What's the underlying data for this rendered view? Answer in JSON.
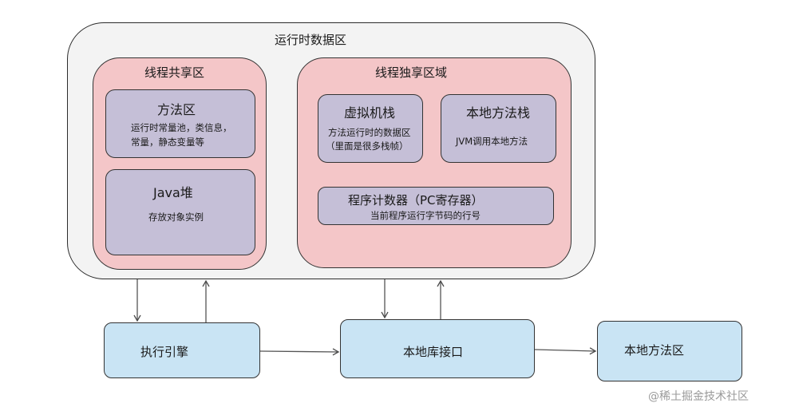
{
  "runtime_area": {
    "title": "运行时数据区"
  },
  "shared": {
    "title": "线程共享区",
    "method_area": {
      "title": "方法区",
      "desc_line1": "运行时常量池，类信息，",
      "desc_line2": "常量，静态变量等"
    },
    "heap": {
      "title": "Java堆",
      "desc": "存放对象实例"
    }
  },
  "exclusive": {
    "title": "线程独享区域",
    "vm_stack": {
      "title": "虚拟机栈",
      "desc_line1": "方法运行时的数据区",
      "desc_line2": "（里面是很多栈帧）"
    },
    "native_stack": {
      "title": "本地方法栈",
      "desc": "JVM调用本地方法"
    },
    "pc_counter": {
      "title": "程序计数器（PC寄存器）",
      "desc": "当前程序运行字节码的行号"
    }
  },
  "bottom": {
    "engine": "执行引擎",
    "jni": "本地库接口",
    "native_lib": "本地方法区"
  },
  "watermark": "@稀土掘金技术社区",
  "colors": {
    "runtime_bg": "#f3f3f3",
    "thread_area_bg": "#f4c6c8",
    "component_bg": "#c5bfd7",
    "bottom_box_bg": "#c9e4f4"
  }
}
